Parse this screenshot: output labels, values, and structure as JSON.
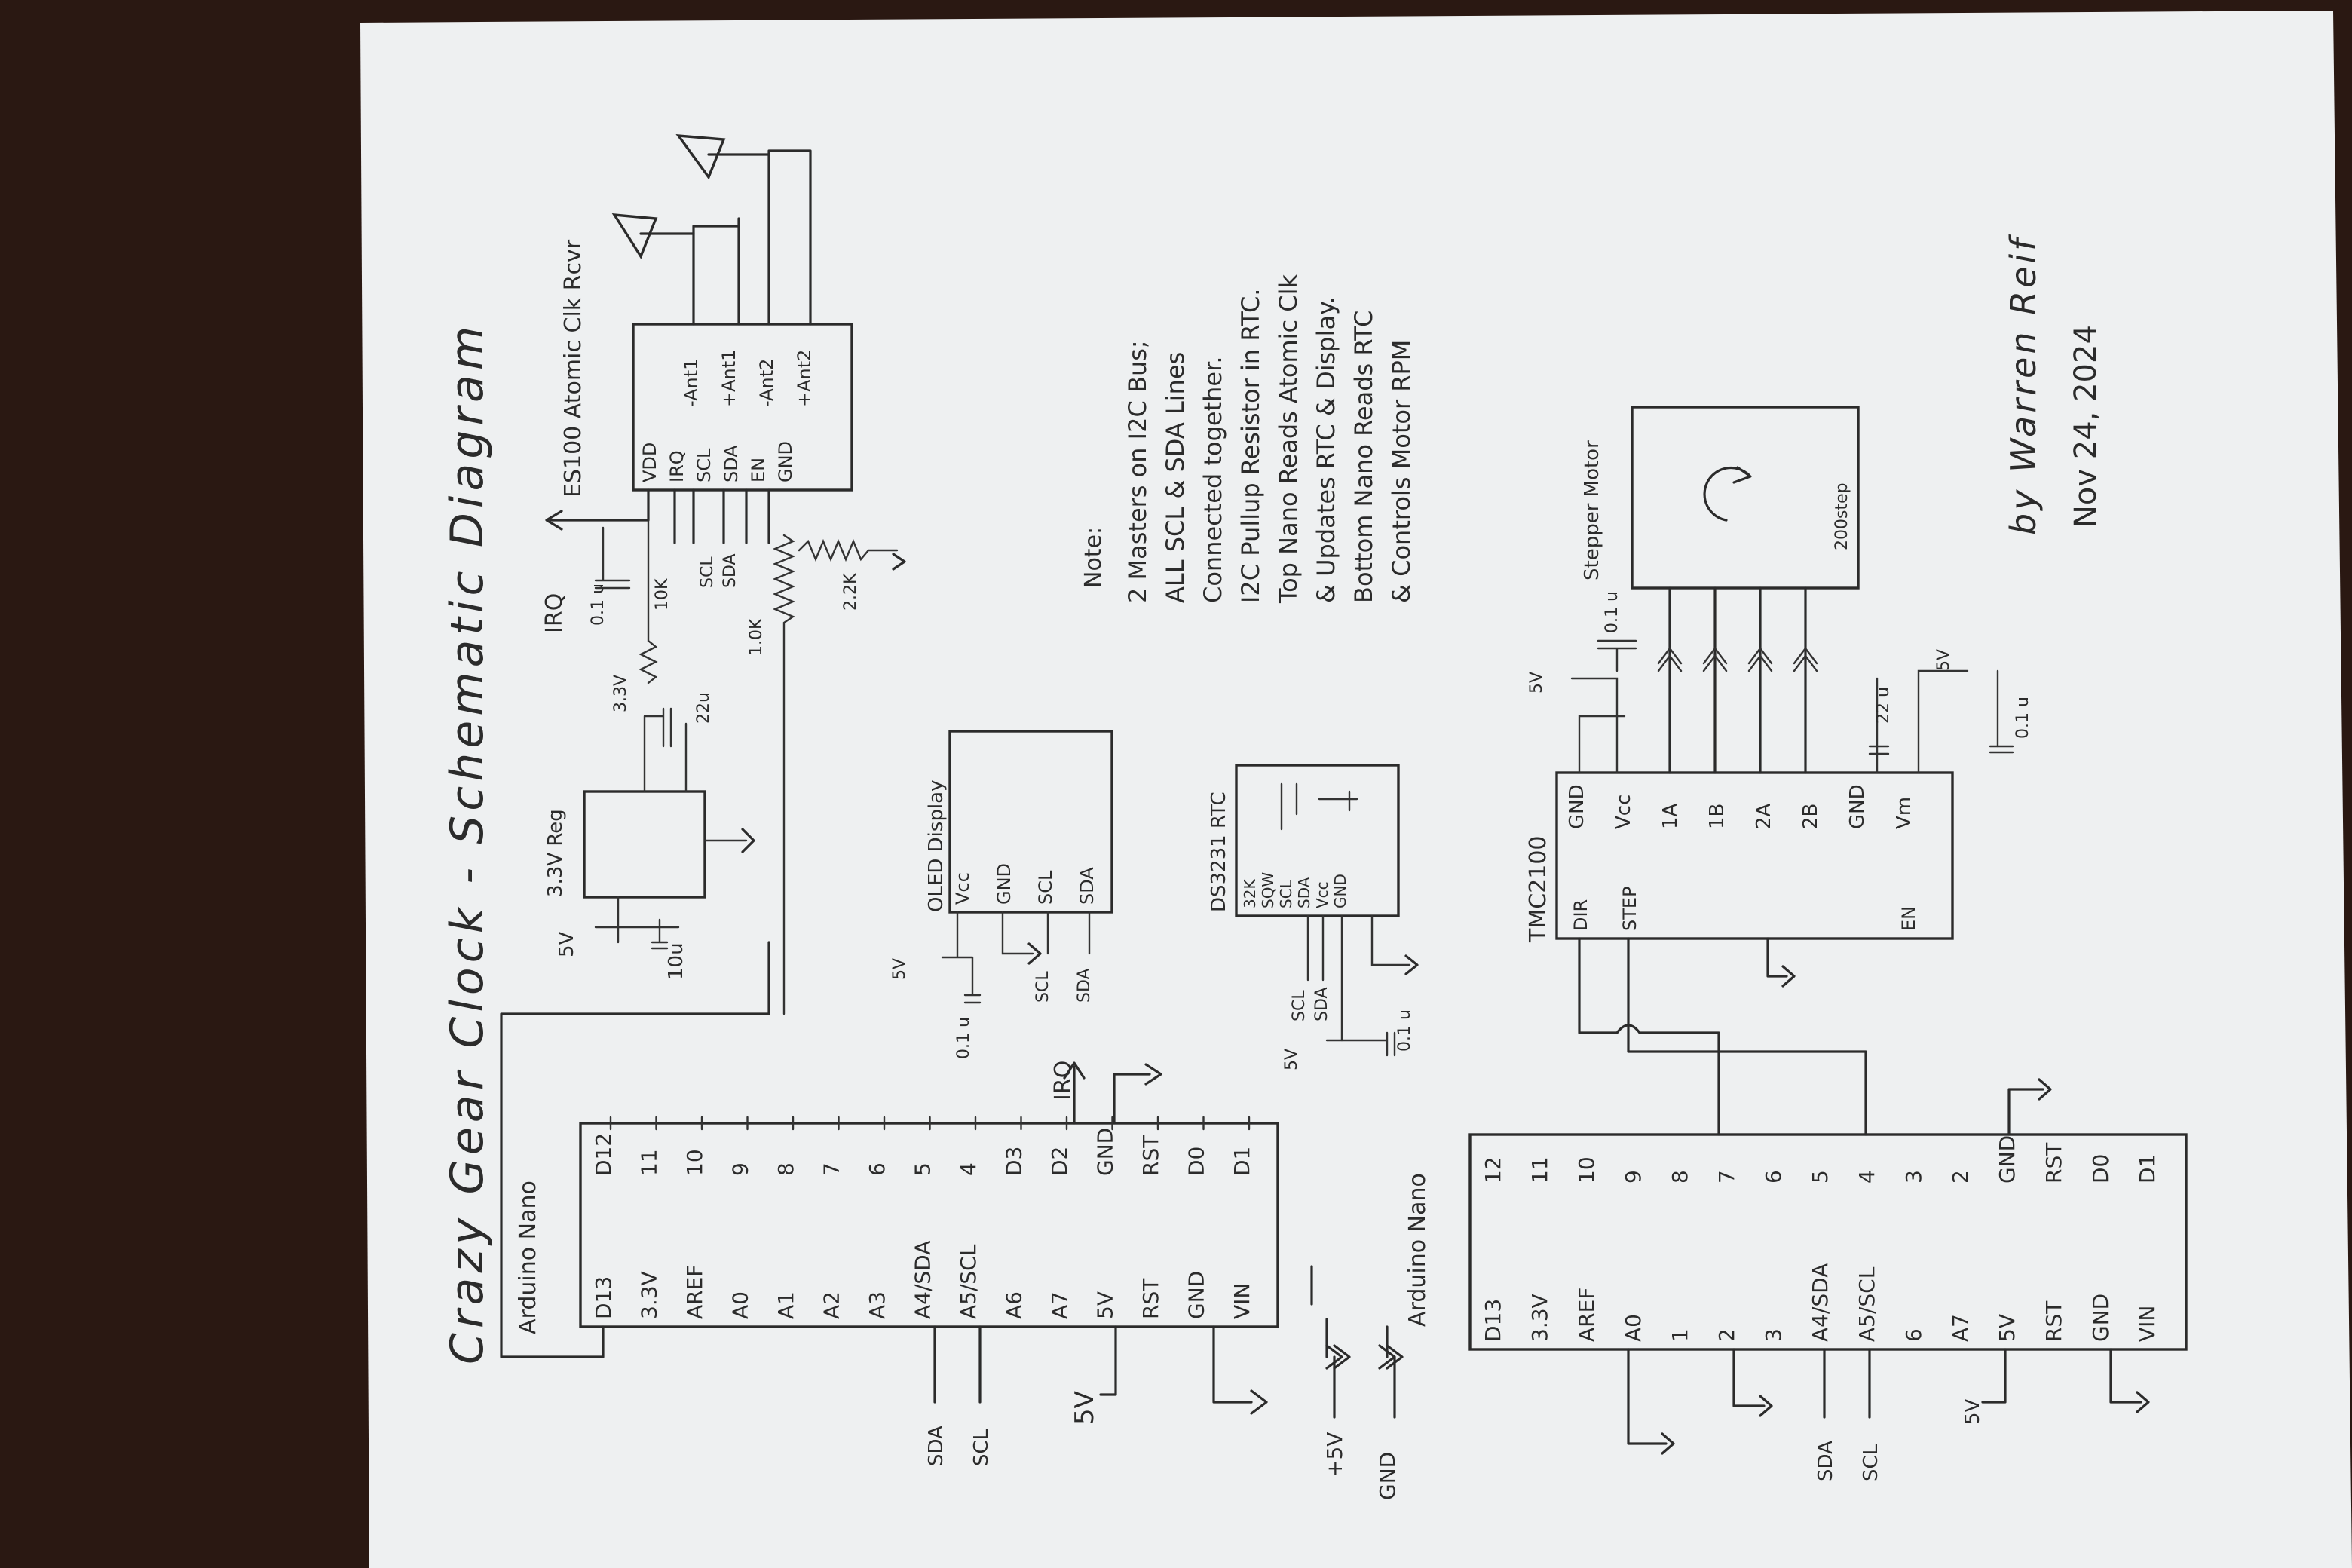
{
  "title": "Crazy Gear Clock - Schematic Diagram",
  "nano_label": "Arduino Nano",
  "nano1": {
    "top_pins": [
      "D13",
      "3.3V",
      "AREF",
      "A0",
      "A1",
      "A2",
      "A3",
      "A4/SDA",
      "A5/SCL",
      "A6",
      "A7",
      "5V",
      "RST",
      "GND",
      "VIN"
    ],
    "bottom_pins": [
      "D12",
      "11",
      "10",
      "9",
      "8",
      "7",
      "6",
      "5",
      "4",
      "D3",
      "D2",
      "GND",
      "RST",
      "D0",
      "D1"
    ],
    "labels": {
      "sda": "SDA",
      "scl": "SCL",
      "five_v": "5V",
      "irq": "IRQ"
    }
  },
  "nano2": {
    "top_pins": [
      "D13",
      "3.3V",
      "AREF",
      "A0",
      "1",
      "2",
      "3",
      "A4/SDA",
      "A5/SCL",
      "6",
      "A7",
      "5V",
      "RST",
      "GND",
      "VIN"
    ],
    "bottom_pins": [
      "12",
      "11",
      "10",
      "9",
      "8",
      "7",
      "6",
      "5",
      "4",
      "3",
      "2",
      "GND",
      "RST",
      "D0",
      "D1"
    ],
    "labels": {
      "sda": "SDA",
      "scl": "SCL",
      "five_v": "5V"
    }
  },
  "power": {
    "plus5v": "+5V",
    "gnd": "GND",
    "five_v": "5V"
  },
  "es100": {
    "title": "ES100 Atomic Clk Rcvr",
    "left_pins": [
      "VDD",
      "IRQ",
      "SCL",
      "SDA",
      "EN",
      "GND"
    ],
    "right_pins": [
      "-Ant1",
      "+Ant1",
      "-Ant2",
      "+Ant2"
    ],
    "labels": {
      "irq": "IRQ",
      "cap": "0.1 u",
      "r10k": "10K",
      "scl": "SCL",
      "sda": "SDA",
      "r1k": "1.0K",
      "r22k": "2.2K"
    }
  },
  "regulator": {
    "title": "3.3V Reg",
    "in": "5V",
    "out": "3.3V",
    "cap_in": "10u",
    "cap_out": "22u"
  },
  "oled": {
    "title": "OLED Display",
    "pins": [
      "Vcc",
      "GND",
      "SCL",
      "SDA"
    ],
    "labels": {
      "five_v": "5V",
      "cap": "0.1 u",
      "scl": "SCL",
      "sda": "SDA"
    }
  },
  "rtc": {
    "title": "DS3231 RTC",
    "pins": [
      "32K",
      "SQW",
      "SCL",
      "SDA",
      "Vcc",
      "GND"
    ],
    "labels": {
      "scl": "SCL",
      "sda": "SDA",
      "five_v": "5V",
      "cap": "0.1 u"
    }
  },
  "tmc": {
    "title": "TMC2100",
    "top_pins": [
      "GND",
      "Vcc",
      "1A",
      "1B",
      "2A",
      "2B",
      "GND",
      "Vm"
    ],
    "bottom_pins": [
      "DIR",
      "STEP",
      "EN"
    ],
    "labels": {
      "five_v": "5V",
      "cap1": "0.1 u",
      "cap2": "22 u",
      "cap3": "0.1 u",
      "five_v2": "5V"
    }
  },
  "stepper": {
    "title": "Stepper Motor",
    "steps": "200step"
  },
  "note": {
    "heading": "Note:",
    "lines": [
      "2 Masters on I2C Bus;",
      "ALL SCL & SDA Lines",
      "Connected together.",
      "I2C Pullup Resistor in RTC.",
      "Top Nano Reads Atomic Clk",
      "& Updates RTC & Display.",
      "Bottom Nano Reads RTC",
      "& Controls Motor RPM"
    ]
  },
  "author": "by Warren Reif",
  "date": "Nov 24, 2024"
}
